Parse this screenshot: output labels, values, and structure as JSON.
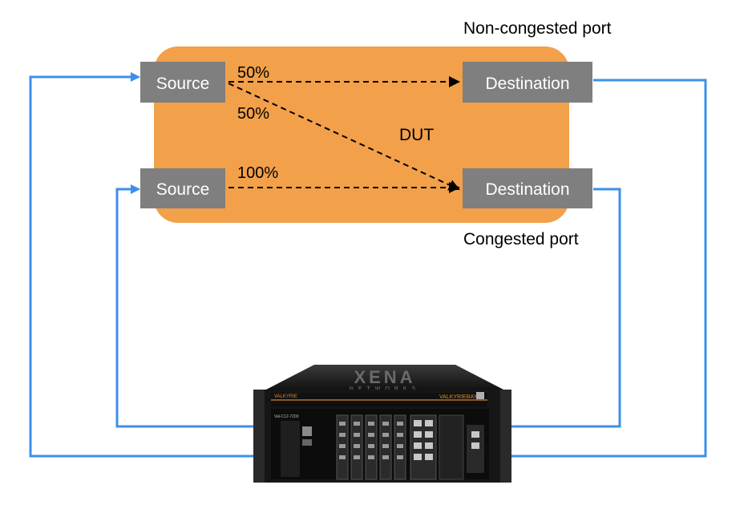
{
  "labels": {
    "non_congested": "Non-congested port",
    "congested": "Congested port",
    "dut": "DUT"
  },
  "nodes": {
    "source_top": "Source",
    "source_bottom": "Source",
    "destination_top": "Destination",
    "destination_bottom": "Destination"
  },
  "flows": {
    "top_straight": "50%",
    "top_diagonal": "50%",
    "bottom_straight": "100%"
  },
  "device": {
    "brand": "XENA",
    "brand_sub": "NETWORKS",
    "left_badge": "VALKYRIE",
    "right_badge": "VALKYRIEBAY",
    "model": "Val-C12-7200"
  },
  "colors": {
    "dut_fill": "#F2A04A",
    "node_fill": "#7F7F7F",
    "node_text": "#FFFFFF",
    "link_blue": "#3D8FEA",
    "arrow_black": "#000000"
  }
}
